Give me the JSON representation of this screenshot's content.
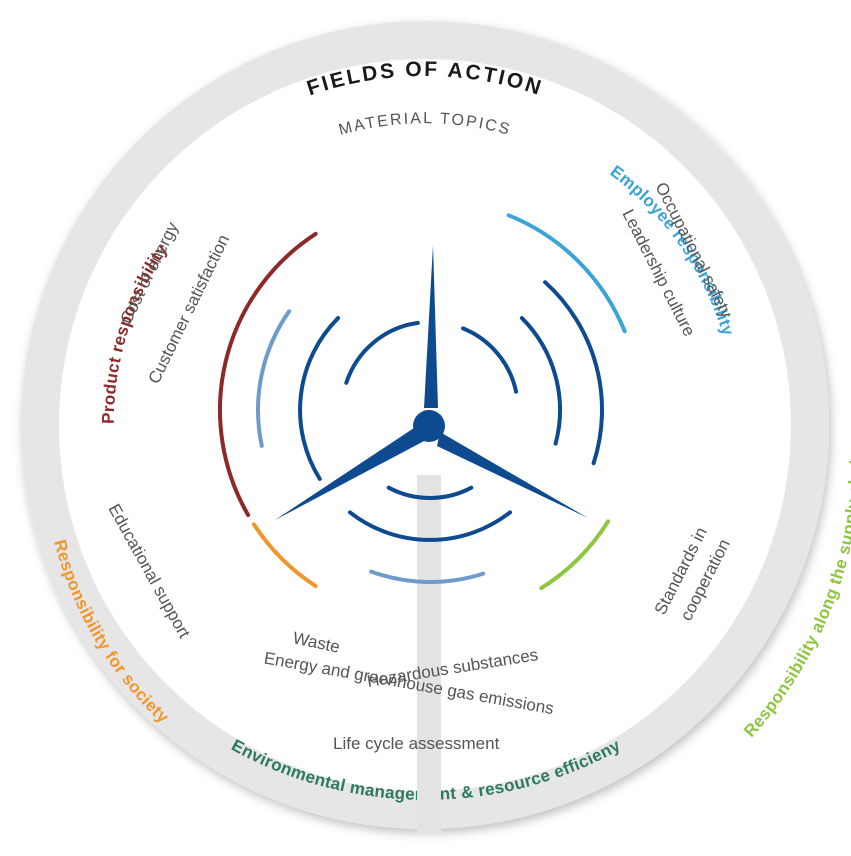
{
  "diagram": {
    "title": "FIELDS OF ACTION",
    "subtitle": "MATERIAL TOPICS",
    "colors": {
      "ring": "#e6e6e6",
      "title": "#1a1a1a",
      "turbine": "#0d4a8f",
      "topic_text": "#555555",
      "product": "#8c2a2a",
      "employee": "#3aa3d8",
      "supply": "#8dc63f",
      "environment": "#2e7a5e",
      "society": "#f0962c",
      "light_blue": "#6e9bc9"
    },
    "fields": [
      {
        "key": "product",
        "label": "Product responsibility",
        "color": "#8c2a2a"
      },
      {
        "key": "employee",
        "label": "Employee responsibility",
        "color": "#3aa3d8"
      },
      {
        "key": "supply",
        "label": "Responsibility along the supply chain",
        "color": "#8dc63f"
      },
      {
        "key": "environment",
        "label": "Environmental management & resource efficieny",
        "color": "#2e7a5e"
      },
      {
        "key": "society",
        "label": "Responsibility for society",
        "color": "#f0962c"
      }
    ],
    "topics": {
      "product": [
        "Cost of energy",
        "Customer satisfaction"
      ],
      "employee": [
        "Occupational safety",
        "Leadership culture"
      ],
      "supply": [
        "Standards in",
        "cooperation"
      ],
      "society": [
        "Educational support"
      ],
      "environment": [
        "Waste",
        "Hazardous substances",
        "Energy and greenhouse gas emissions",
        "Life cycle assessment"
      ]
    }
  }
}
